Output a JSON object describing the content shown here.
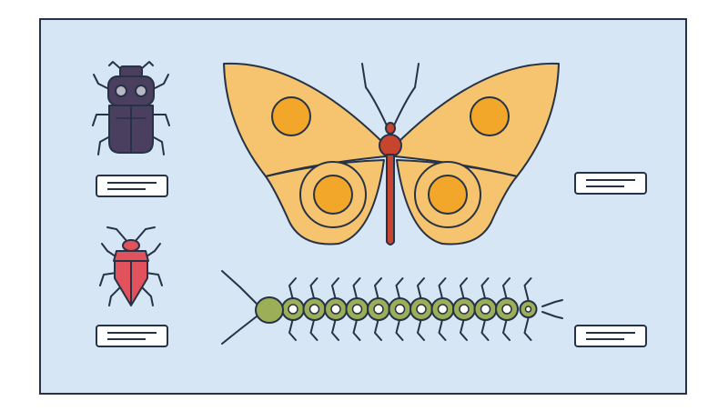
{
  "illustration": {
    "palette": {
      "panel": "#d6e6f4",
      "outline": "#263246",
      "beetle": "#4a3f5e",
      "beetle_eye": "#b9b7c4",
      "bug_red": "#e2525d",
      "wing": "#f6c46e",
      "wing_spot": "#f2a72b",
      "butterfly_body": "#c7442e",
      "centipede": "#9caf58",
      "centipede_dark": "#6f8a32",
      "label_bg": "#ffffff"
    },
    "labels": [
      {
        "id": "label-beetle",
        "lines": 2
      },
      {
        "id": "label-bug",
        "lines": 2
      },
      {
        "id": "label-butterfly",
        "lines": 2
      },
      {
        "id": "label-centipede",
        "lines": 2
      }
    ],
    "centipede_segments": 12,
    "icons": [
      "beetle-icon",
      "shield-bug-icon",
      "butterfly-icon",
      "centipede-icon"
    ]
  }
}
